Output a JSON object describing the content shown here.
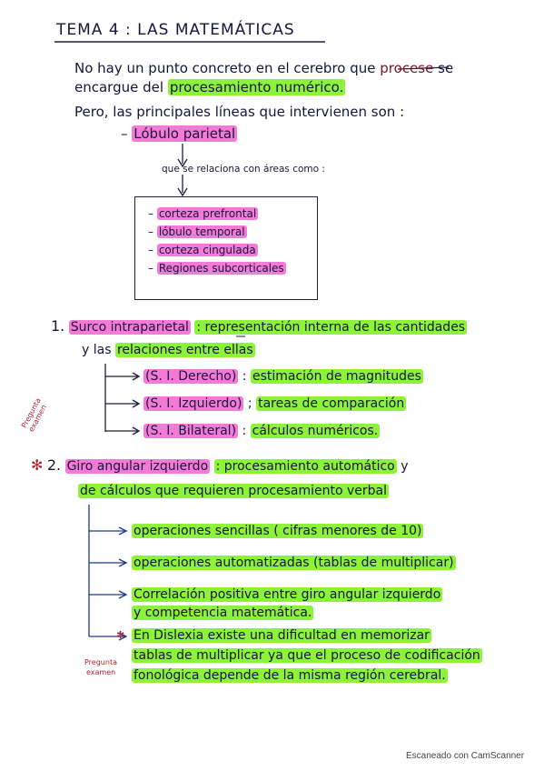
{
  "title": "TEMA 4 : LAS MATEMÁTICAS",
  "intro": {
    "line1": "No hay un punto concreto en el cerebro que",
    "line1_struck": "procese",
    "line1_end": "se",
    "line2_start": "encargue del",
    "line2_hl": "procesamiento numérico.",
    "line3": "Pero, las principales líneas que intervienen son :"
  },
  "lobulo": "Lóbulo parietal",
  "relaciona": "que se relaciona con áreas como :",
  "areas": [
    "corteza prefrontal",
    "lóbulo temporal",
    "corteza cingulada",
    "Regiones subcorticales"
  ],
  "section1": {
    "number": "1.",
    "name": "Surco intraparietal",
    "desc1": ": representación interna de las cantidades",
    "desc2_start": "y las",
    "desc2_hl": "relaciones entre ellas",
    "branches": [
      {
        "label": "(S. I. Derecho)",
        "sep": ":",
        "text": "estimación de magnitudes"
      },
      {
        "label": "(S. I. Izquierdo)",
        "sep": ";",
        "text": "tareas de comparación"
      },
      {
        "label": "(S. I. Bilateral)",
        "sep": ":",
        "text": "cálculos numéricos."
      }
    ]
  },
  "section2": {
    "marker": "✻",
    "number": "2.",
    "name": "Giro angular izquierdo",
    "desc1": ": procesamiento automático",
    "desc1_end": "y",
    "desc2": "de cálculos que requieren procesamiento verbal",
    "branches": [
      "operaciones sencillas ( cifras menores de 10)",
      "operaciones automatizadas (tablas de multiplicar)",
      "Correlación positiva entre giro angular izquierdo",
      "y competencia matemática."
    ],
    "dyslexia": [
      "En Dislexia existe una dificultad en memorizar",
      "tablas de multiplicar ya que el proceso de codificación",
      "fonológica depende de la misma región cerebral."
    ]
  },
  "margin_notes": {
    "exam1": "Pregunta examen",
    "exam2_a": "Pregunta",
    "exam2_b": "examen",
    "star": "✻"
  },
  "footer": "Escaneado con CamScanner"
}
